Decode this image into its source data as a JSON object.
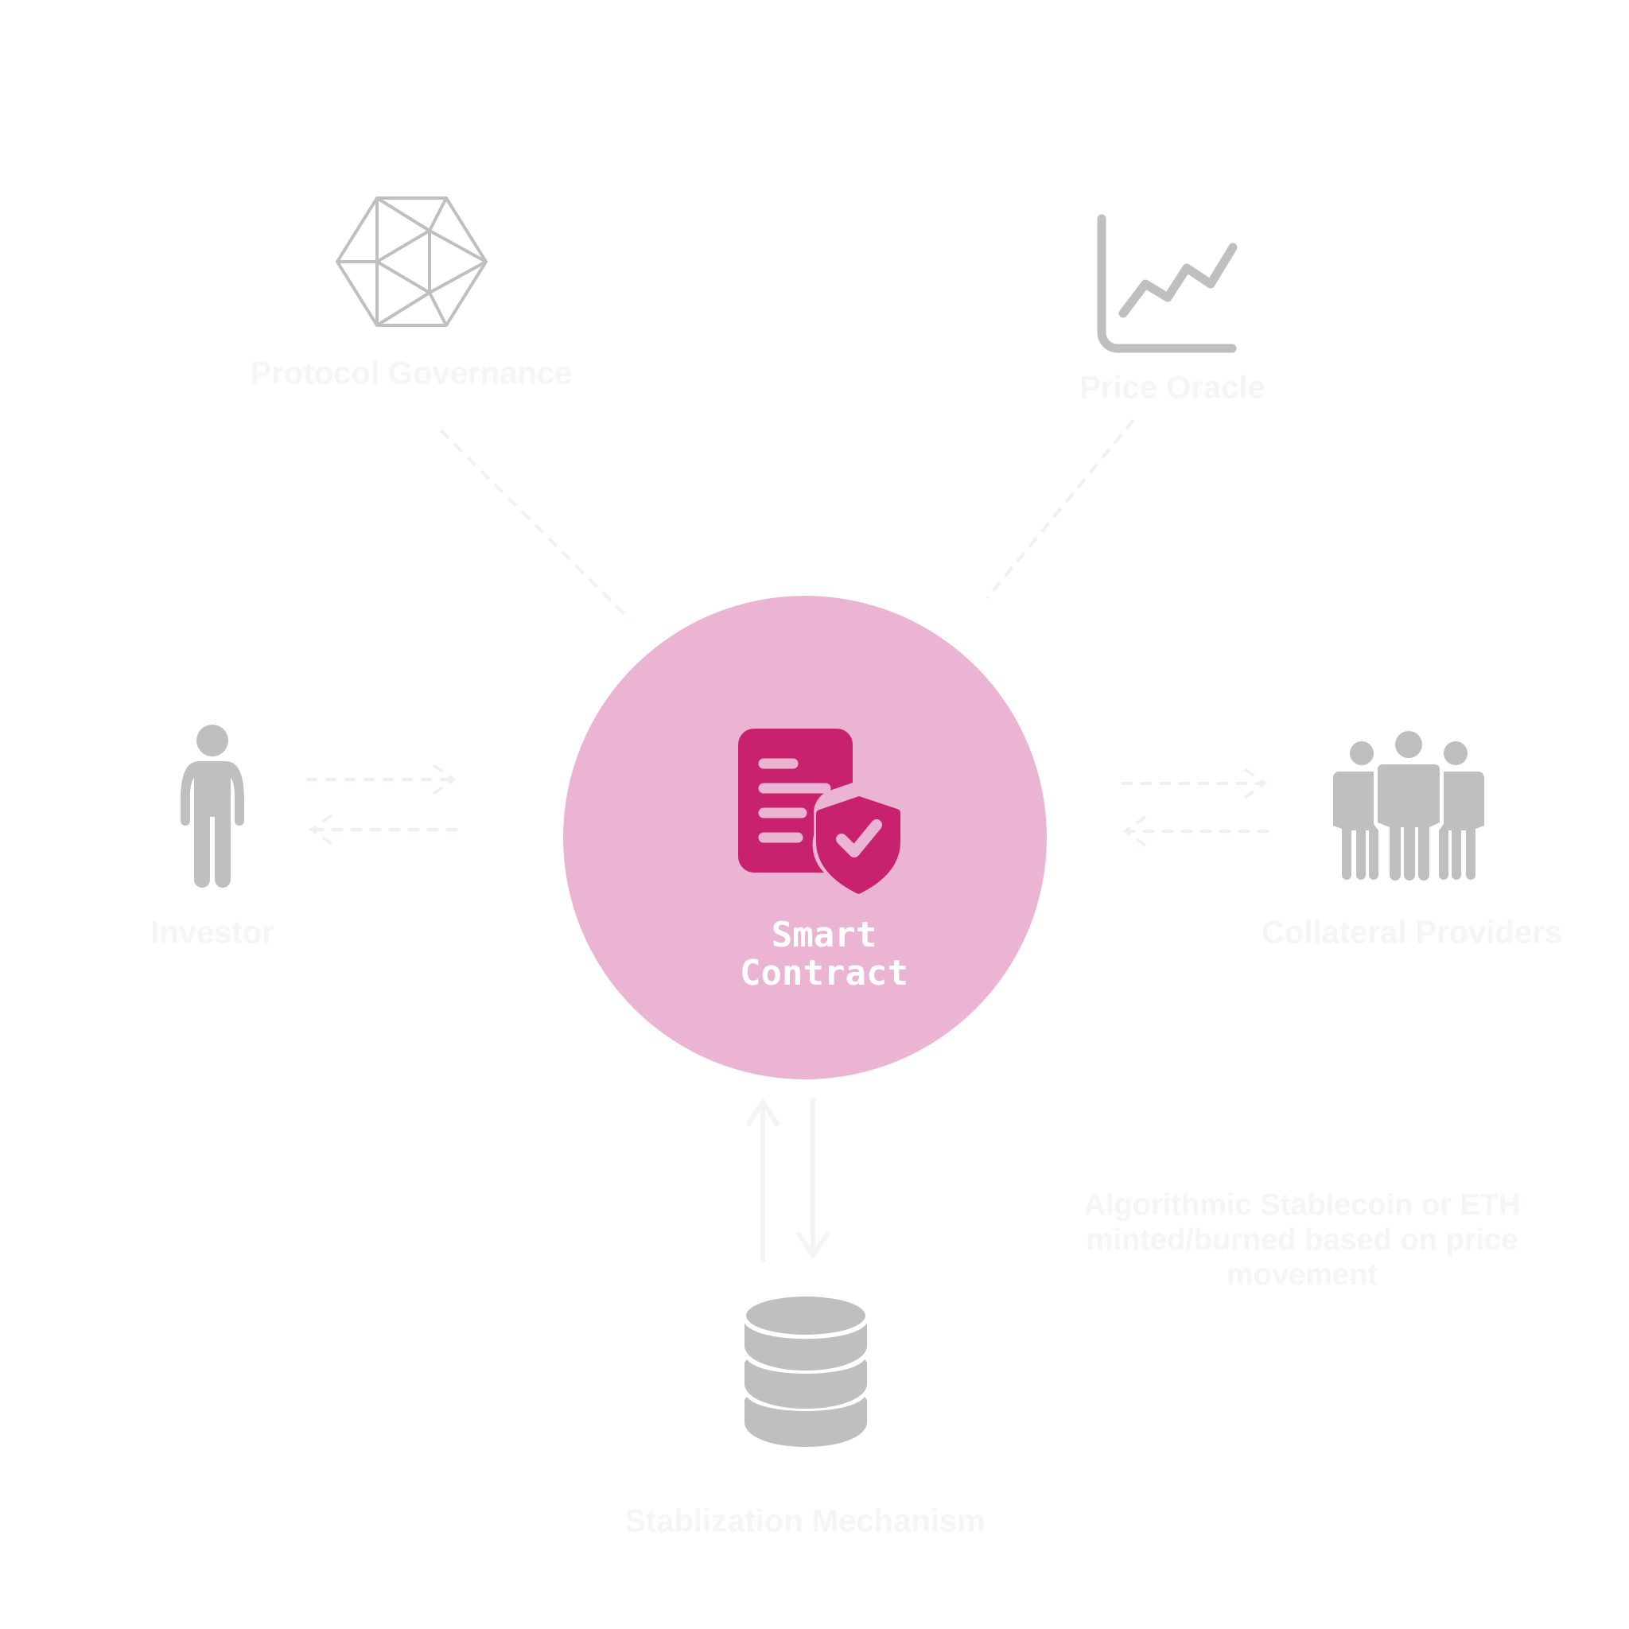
{
  "center": {
    "title_line1": "Smart",
    "title_line2": "Contract",
    "icon": "contract-shield-icon"
  },
  "nodes": {
    "governance": {
      "label": "Protocol Governance",
      "icon": "hexagon-network-icon"
    },
    "oracle": {
      "label": "Price Oracle",
      "icon": "line-chart-icon"
    },
    "investor": {
      "label": "Investor",
      "icon": "person-icon"
    },
    "collateral": {
      "label": "Collateral Providers",
      "icon": "group-icon"
    },
    "stabilization": {
      "label": "Stablization Mechanism",
      "icon": "database-icon"
    }
  },
  "description": {
    "line1": "Algorithmic Stablecoin or ETH",
    "line2": "minted/burned based on price",
    "line3": "movement"
  },
  "colors": {
    "circle": "#ebb4d2",
    "accent": "#c8226e",
    "icon_gray": "#c0bfbe",
    "faint_text": "#f7f4f6"
  }
}
